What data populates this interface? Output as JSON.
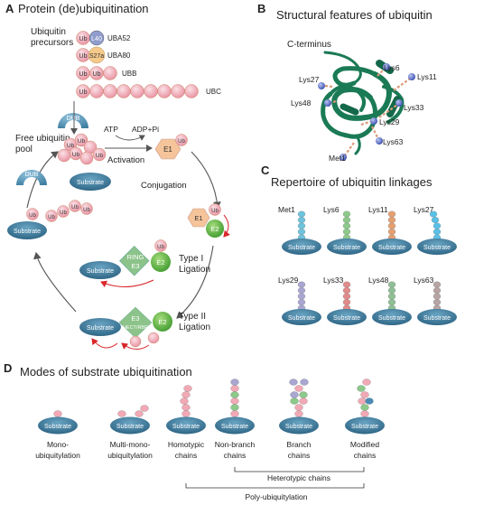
{
  "panel_a": {
    "letter": "A",
    "title": "Protein (de)ubiquitination",
    "precursors_label": [
      "Ubiquitin",
      "precursors"
    ],
    "ub": "Ub",
    "l40": "L40",
    "s27a": "S27a",
    "genes": [
      "UBA52",
      "UBA80",
      "UBB",
      "UBC"
    ],
    "dub": "DUB",
    "free_pool": [
      "Free ubiquitin",
      "pool"
    ],
    "atp": "ATP",
    "adp": "ADP+Pi",
    "activation": "Activation",
    "e1": "E1",
    "e2": "E2",
    "conjugation": "Conjugation",
    "substrate": "Substrate",
    "ring_e3": [
      "RING",
      "E3"
    ],
    "hect_e3": [
      "E3",
      "HECT/RBR"
    ],
    "type1": [
      "Type I",
      "Ligation"
    ],
    "type2": [
      "Type II",
      "Ligation"
    ]
  },
  "panel_b": {
    "letter": "B",
    "title": "Structural features of ubiquitin",
    "c_terminus": "C-terminus",
    "residues": [
      "Lys6",
      "Lys11",
      "Lys27",
      "Lys48",
      "Lys33",
      "Lys29",
      "Lys63",
      "Met1"
    ]
  },
  "panel_c": {
    "letter": "C",
    "title": "Repertoire of ubiquitin linkages",
    "linkages": [
      {
        "name": "Met1",
        "color": "#6ec3dc"
      },
      {
        "name": "Lys6",
        "color": "#8cc98a"
      },
      {
        "name": "Lys11",
        "color": "#e4a071"
      },
      {
        "name": "Lys27",
        "color": "#59c0e6"
      },
      {
        "name": "Lys29",
        "color": "#a9a6d2"
      },
      {
        "name": "Lys33",
        "color": "#e18b8b"
      },
      {
        "name": "Lys48",
        "color": "#8fbf94"
      },
      {
        "name": "Lys63",
        "color": "#b7a3a3"
      }
    ],
    "substrate": "Substrate"
  },
  "panel_d": {
    "letter": "D",
    "title": "Modes of substrate ubiquitination",
    "modes": [
      [
        "Mono-",
        "ubiquitylation"
      ],
      [
        "Multi-mono-",
        "ubiquitylation"
      ],
      [
        "Homotypic",
        "chains"
      ],
      [
        "Non-branch",
        "chains"
      ],
      [
        "Branch",
        "chains"
      ],
      [
        "Modified",
        "chains"
      ]
    ],
    "substrate": "Substrate",
    "heterotypic": "Heterotypic chains",
    "poly": "Poly-ubiquitylation"
  },
  "colors": {
    "substrate": "#3f7d9e",
    "ub_pink": "#f2a9b5",
    "e1_orange": "#f5c49a",
    "e2_green": "#69b94b",
    "e3_green": "#8cc38a",
    "protein": "#1a7a55"
  }
}
